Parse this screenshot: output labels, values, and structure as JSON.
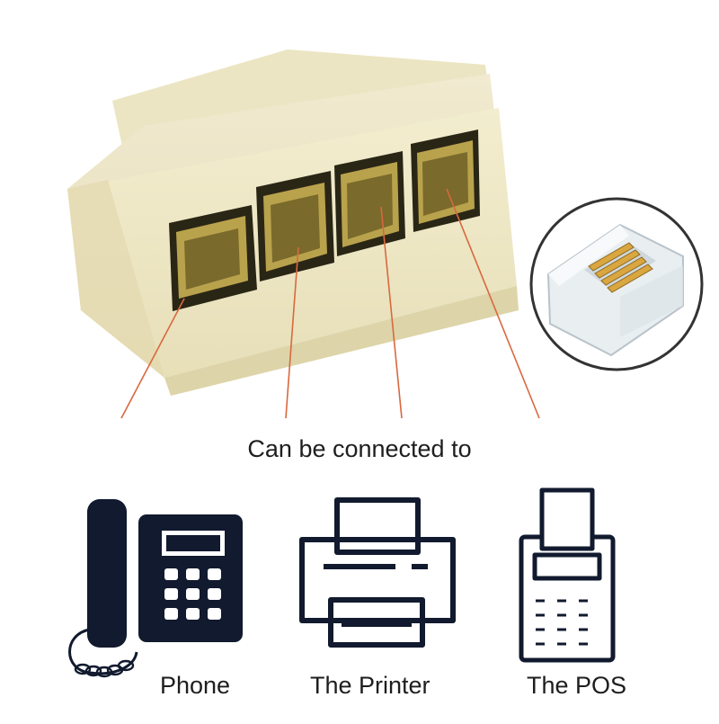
{
  "caption": "Can be connected to",
  "devices": [
    {
      "label": "Phone",
      "icon": "phone-icon"
    },
    {
      "label": "The Printer",
      "icon": "printer-icon"
    },
    {
      "label": "The POS",
      "icon": "pos-terminal-icon"
    }
  ],
  "colors": {
    "adapter_body": "#efe8c6",
    "pointer_line": "#d9683f",
    "icon_fill": "#111a2e",
    "gold_pins": "#d9a640"
  }
}
